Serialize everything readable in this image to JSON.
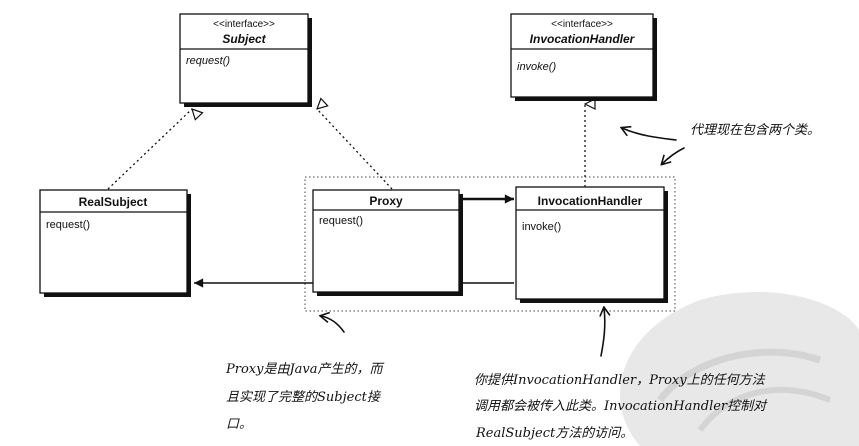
{
  "classes": {
    "subject": {
      "stereotype": "<<interface>>",
      "name": "Subject",
      "method": "request()"
    },
    "invocation_handler_interface": {
      "stereotype": "<<interface>>",
      "name": "InvocationHandler",
      "method": "invoke()"
    },
    "real_subject": {
      "name": "RealSubject",
      "method": "request()"
    },
    "proxy": {
      "name": "Proxy",
      "method": "request()"
    },
    "invocation_handler": {
      "name": "InvocationHandler",
      "method": "invoke()"
    }
  },
  "notes": {
    "top_right": "代理现在包含两个类。",
    "bottom_left": [
      "Proxy是由Java产生的，而",
      "且实现了完整的Subject接",
      "口。"
    ],
    "bottom_right": [
      "你提供InvocationHandler，Proxy上的任何方法",
      "调用都会被传入此类。InvocationHandler控制对",
      "RealSubject方法的访问。"
    ]
  },
  "icons": [
    "hand-drawn-arrow-icon",
    "watermark-stamp-icon"
  ]
}
